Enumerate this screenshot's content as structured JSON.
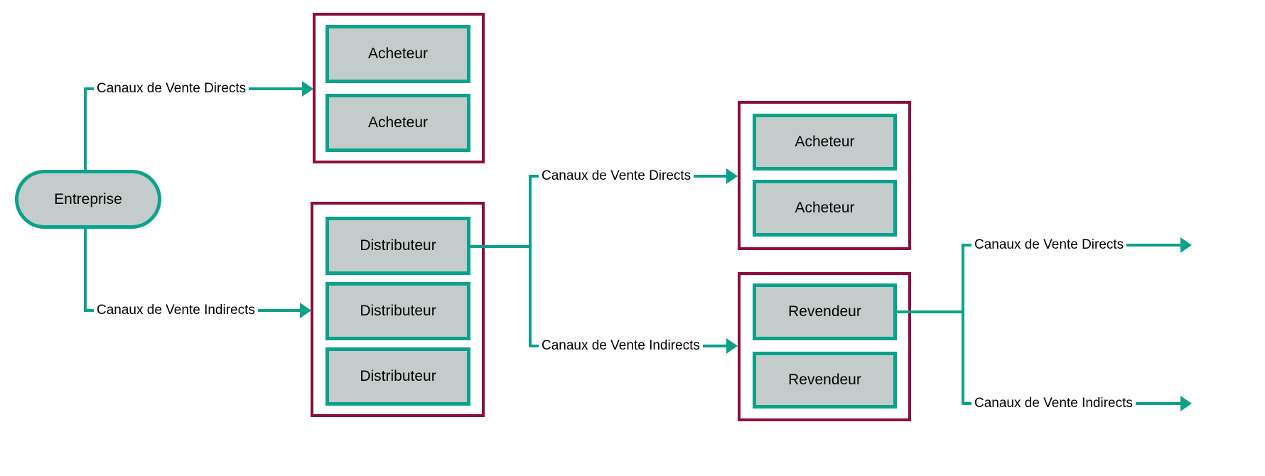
{
  "diagram": {
    "root": {
      "label": "Entreprise"
    },
    "connector_labels": {
      "direct": "Canaux de Vente Directs",
      "indirect": "Canaux de Vente Indirects"
    },
    "groups": {
      "level1_direct": {
        "nodes": [
          "Acheteur",
          "Acheteur"
        ]
      },
      "level1_indirect": {
        "nodes": [
          "Distributeur",
          "Distributeur",
          "Distributeur"
        ]
      },
      "level2_direct": {
        "nodes": [
          "Acheteur",
          "Acheteur"
        ]
      },
      "level2_indirect": {
        "nodes": [
          "Revendeur",
          "Revendeur"
        ]
      }
    },
    "colors": {
      "accent_teal": "#0AA28A",
      "group_border": "#8E0D3D",
      "node_fill": "#C3CCCA",
      "text_color": "#000000"
    }
  }
}
